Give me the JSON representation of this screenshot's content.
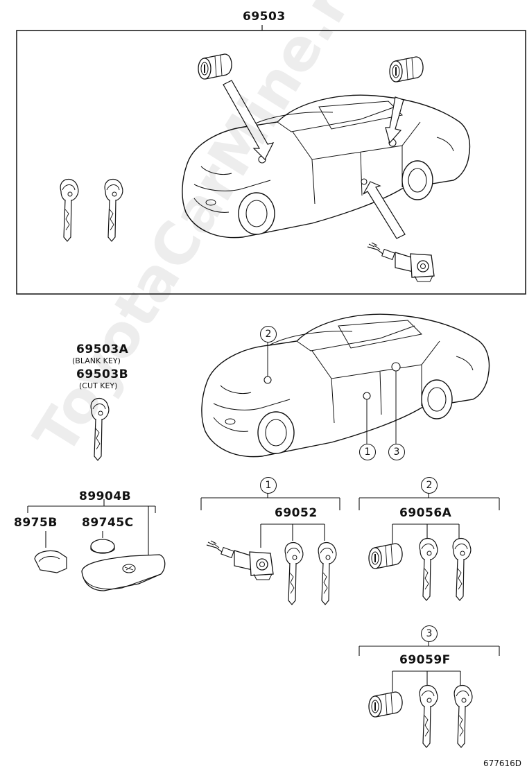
{
  "main_assembly": {
    "part_no": "69503"
  },
  "key_labels": {
    "blank_part": "69503A",
    "blank_desc": "(BLANK KEY)",
    "cut_part": "69503B",
    "cut_desc": "(CUT KEY)"
  },
  "remote": {
    "part_no": "89904B",
    "cover_part": "8975B",
    "battery_part": "89745C"
  },
  "group1": {
    "marker": "1",
    "part_no": "69052"
  },
  "group2": {
    "marker": "2",
    "part_no": "69056A"
  },
  "group3": {
    "marker": "3",
    "part_no": "69059F"
  },
  "car_markers": {
    "m1": "1",
    "m2": "2",
    "m3": "3"
  },
  "watermark": "ToyotaCarMine.ru",
  "diagram_ref": "677616D"
}
